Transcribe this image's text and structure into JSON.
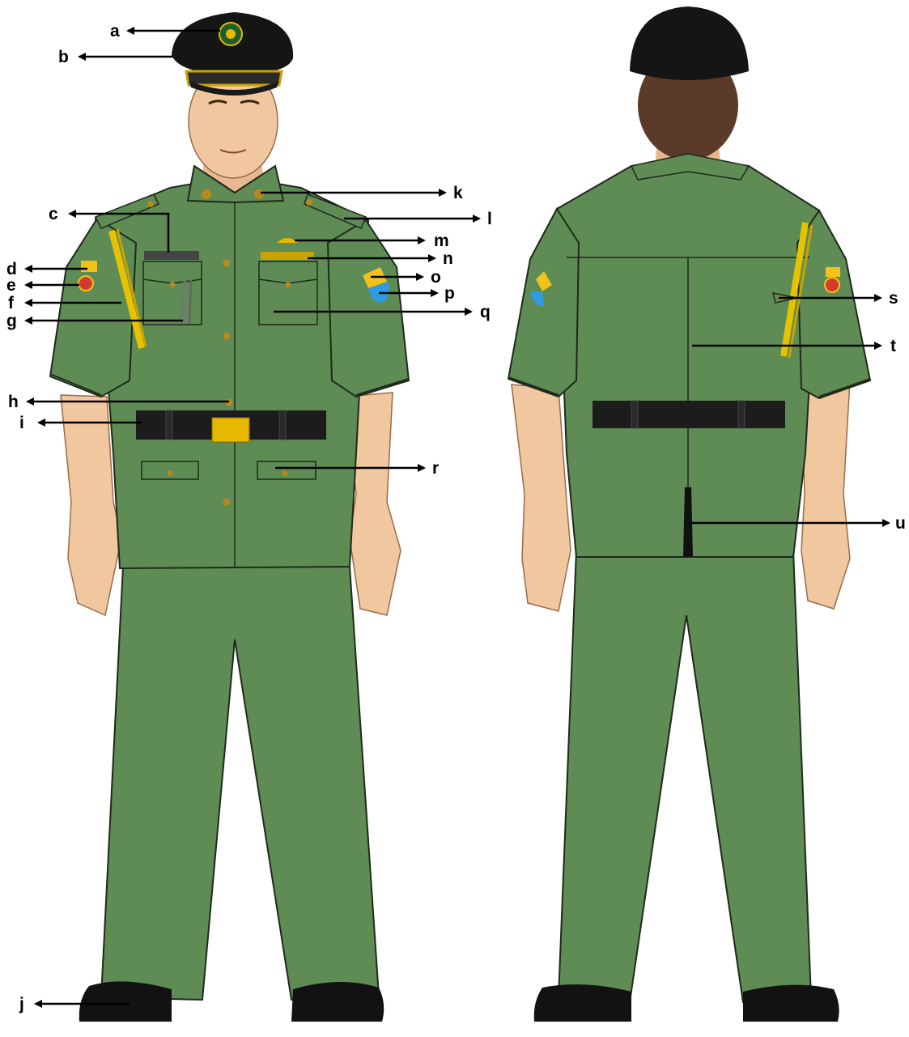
{
  "colors": {
    "uniform": "#5f8b55",
    "uniform_shadow": "#517a48",
    "outline": "#1f2a1c",
    "skin": "#f1c7a0",
    "skin_shadow": "#d9a57d",
    "hair": "#5a3a28",
    "cap": "#151515",
    "belt": "#1c1c1c",
    "gold": "#e6b800",
    "button": "#b58a1c",
    "patch_blue": "#2f9be0",
    "patch_yellow": "#f2c21b",
    "shoe": "#121212"
  },
  "callouts": [
    {
      "id": "a"
    },
    {
      "id": "b"
    },
    {
      "id": "c"
    },
    {
      "id": "d"
    },
    {
      "id": "e"
    },
    {
      "id": "f"
    },
    {
      "id": "g"
    },
    {
      "id": "h"
    },
    {
      "id": "i"
    },
    {
      "id": "j"
    },
    {
      "id": "k"
    },
    {
      "id": "l"
    },
    {
      "id": "m"
    },
    {
      "id": "n"
    },
    {
      "id": "o"
    },
    {
      "id": "p"
    },
    {
      "id": "q"
    },
    {
      "id": "r"
    },
    {
      "id": "s"
    },
    {
      "id": "t"
    },
    {
      "id": "u"
    }
  ]
}
